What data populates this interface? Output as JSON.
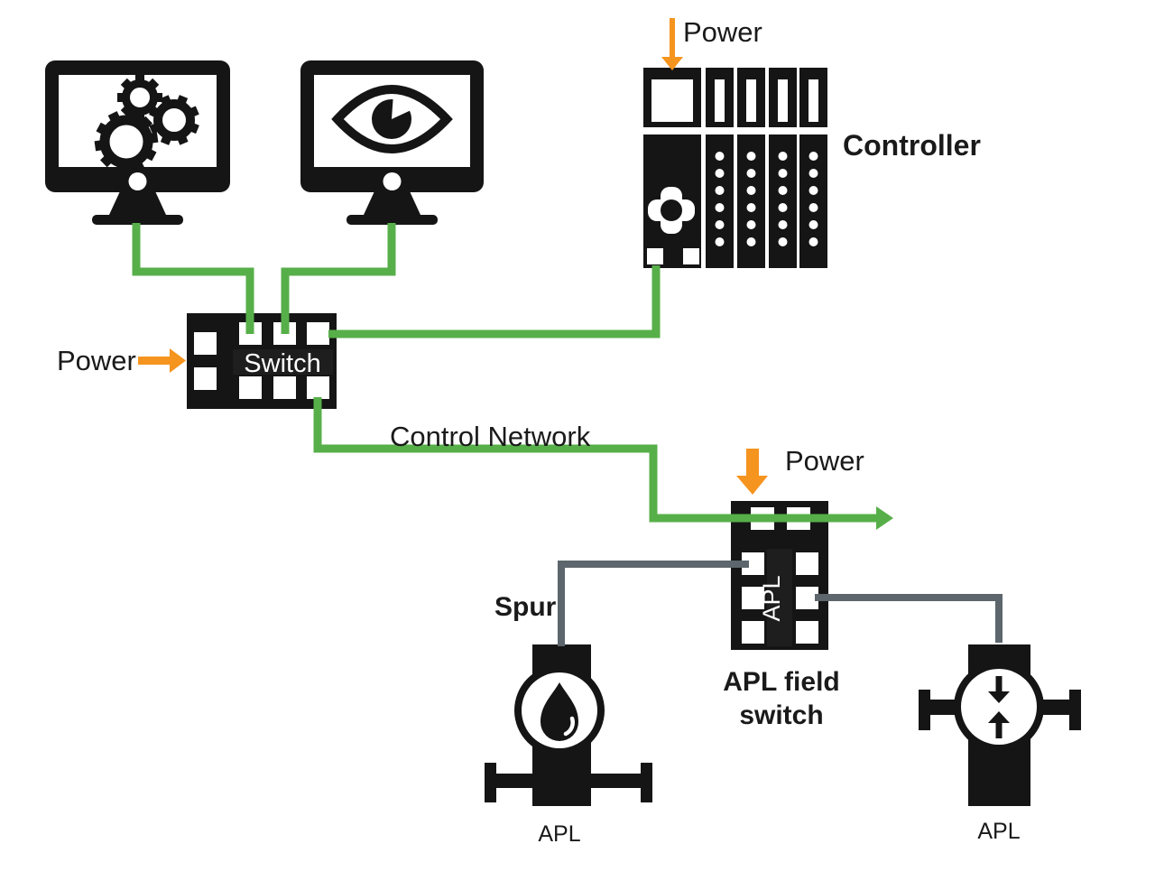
{
  "colors": {
    "network": "#57AF49",
    "power": "#F5941E",
    "spur": "#5C666C",
    "device": "#151515",
    "label": "#1A1A1A",
    "background": "#FFFFFF"
  },
  "labels": {
    "controller_power": "Power",
    "controller": "Controller",
    "switch_power": "Power",
    "switch": "Switch",
    "control_network": "Control Network",
    "field_switch_power": "Power",
    "spur": "Spur",
    "field_switch_name_line1": "APL field",
    "field_switch_name_line2": "switch",
    "field_switch_port_label": "APL",
    "device_left": "APL",
    "device_right": "APL"
  },
  "nodes": {
    "engineering_workstation": {
      "icon": "gears-monitor-icon"
    },
    "operator_workstation": {
      "icon": "eye-monitor-icon"
    },
    "controller": {
      "icon": "plc-rack-icon"
    },
    "network_switch": {
      "icon": "ethernet-switch-icon"
    },
    "apl_field_switch": {
      "icon": "apl-field-switch-icon"
    },
    "field_device_left": {
      "icon": "droplet-transmitter-icon"
    },
    "field_device_right": {
      "icon": "differential-pressure-transmitter-icon"
    }
  }
}
